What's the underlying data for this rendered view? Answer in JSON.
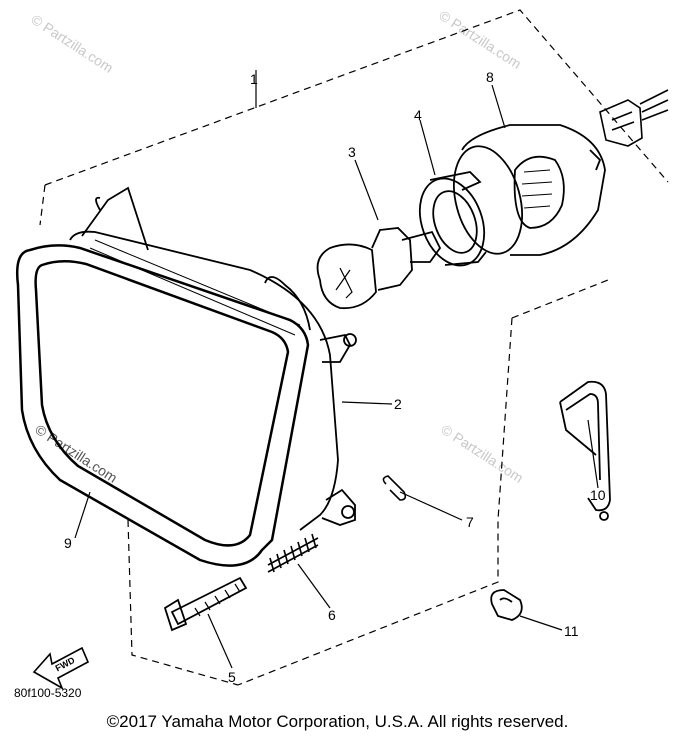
{
  "watermark": "© Partzilla.com",
  "part_numbers": {
    "p1": "1",
    "p2": "2",
    "p3": "3",
    "p4": "4",
    "p5": "5",
    "p6": "6",
    "p7": "7",
    "p8": "8",
    "p9": "9",
    "p10": "10",
    "p11": "11"
  },
  "fwd_label": "FWD",
  "diagram_code": "80f100-5320",
  "copyright": "©2017 Yamaha Motor Corporation, U.S.A. All rights reserved."
}
